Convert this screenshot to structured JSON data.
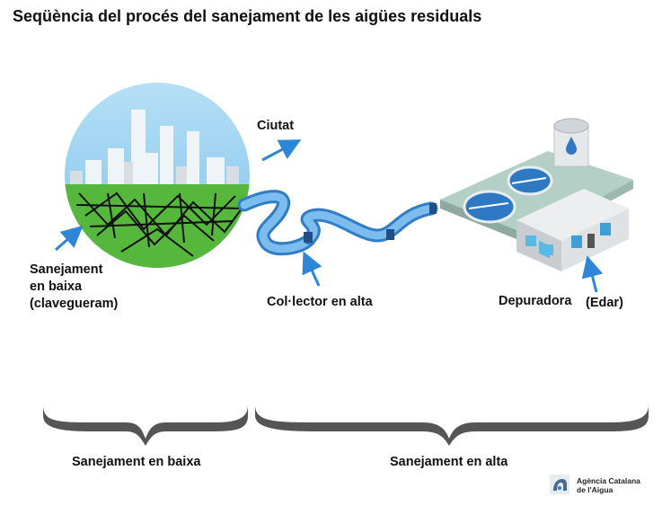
{
  "title": "Seqüència del procés del sanejament de les aigües residuals",
  "labels": {
    "ciutat": "Ciutat",
    "sanejament_baixa": [
      "Sanejament",
      "en baixa",
      "(clavegueram)"
    ],
    "collector": "Col·lector en alta",
    "depuradora": "Depuradora",
    "edar": "(Edar)"
  },
  "sections": {
    "baixa": "Sanejament en baixa",
    "alta": "Sanejament en alta"
  },
  "logo": {
    "line1": "Agència Catalana",
    "line2": "de l'Aigua"
  },
  "colors": {
    "arrow": "#2e86d6",
    "pipe": "#5aa7e6",
    "brace": "#555555",
    "grass": "#55b83d",
    "sky": "#9fd2f0"
  }
}
